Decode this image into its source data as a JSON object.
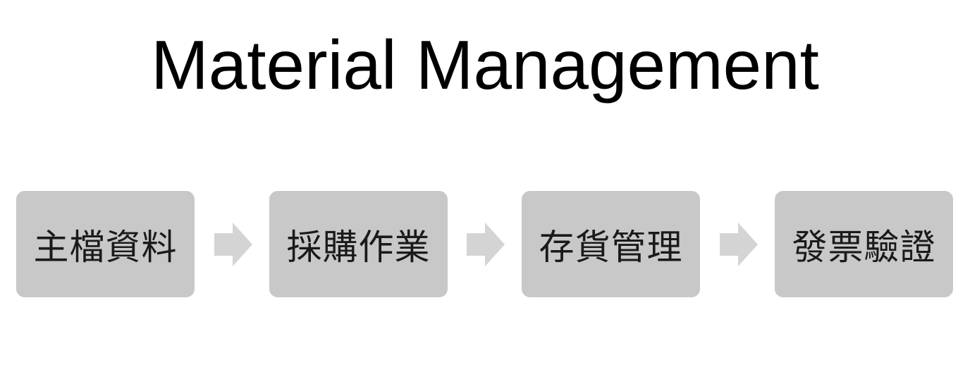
{
  "title": "Material Management",
  "steps": [
    {
      "label": "主檔資料"
    },
    {
      "label": "採購作業"
    },
    {
      "label": "存貨管理"
    },
    {
      "label": "發票驗證"
    }
  ],
  "colors": {
    "step_fill": "#c8c8c8",
    "arrow_fill": "#d4d4d4",
    "title_text": "#000000"
  },
  "icons": {
    "connector": "right-arrow-icon"
  }
}
